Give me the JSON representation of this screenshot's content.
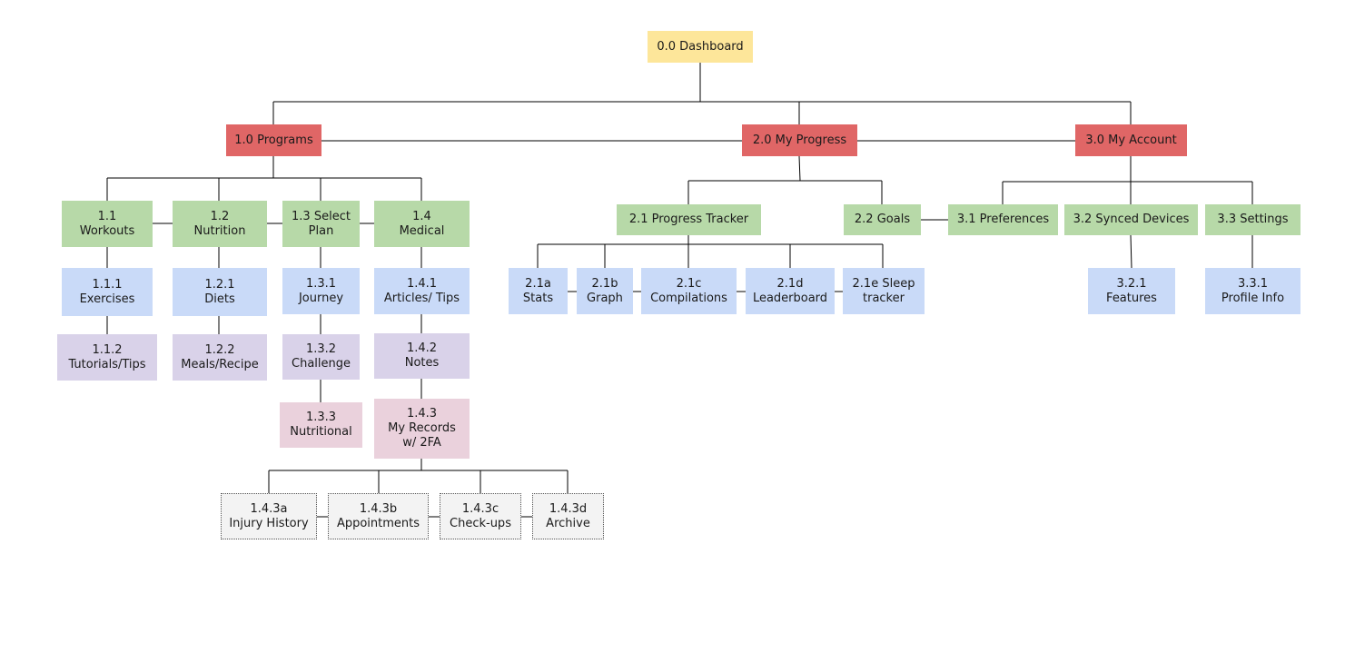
{
  "diagram": {
    "nodes": {
      "dashboard": "0.0 Dashboard",
      "programs": "1.0 Programs",
      "my_progress": "2.0 My Progress",
      "my_account": "3.0 My Account",
      "workouts": "1.1\nWorkouts",
      "nutrition": "1.2\nNutrition",
      "select_plan": "1.3 Select\nPlan",
      "medical": "1.4\nMedical",
      "exercises": "1.1.1\nExercises",
      "tutorials_tips": "1.1.2\nTutorials/Tips",
      "diets": "1.2.1\nDiets",
      "meals_recipe": "1.2.2\nMeals/Recipe",
      "journey": "1.3.1\nJourney",
      "challenge": "1.3.2\nChallenge",
      "nutritional": "1.3.3\nNutritional",
      "articles_tips": "1.4.1\nArticles/ Tips",
      "notes": "1.4.2\nNotes",
      "my_records": "1.4.3\nMy Records\nw/ 2FA",
      "injury_history": "1.4.3a\nInjury History",
      "appointments": "1.4.3b\nAppointments",
      "check_ups": "1.4.3c\nCheck-ups",
      "archive": "1.4.3d\nArchive",
      "progress_tracker": "2.1 Progress Tracker",
      "goals": "2.2 Goals",
      "stats": "2.1a\nStats",
      "graph": "2.1b\nGraph",
      "compilations": "2.1c\nCompilations",
      "leaderboard": "2.1d\nLeaderboard",
      "sleep_tracker": "2.1e Sleep\ntracker",
      "preferences": "3.1 Preferences",
      "synced_devices": "3.2 Synced Devices",
      "settings": "3.3 Settings",
      "features": "3.2.1\nFeatures",
      "profile_info": "3.3.1\nProfile Info"
    },
    "colors": {
      "level0": "#fde69a",
      "level1": "#e06666",
      "level2": "#b7d9a8",
      "level3": "#c9daf8",
      "level4": "#d9d2e9",
      "level5": "#ead1dc",
      "level6": "#f3f3f3",
      "connector": "#000000"
    }
  }
}
